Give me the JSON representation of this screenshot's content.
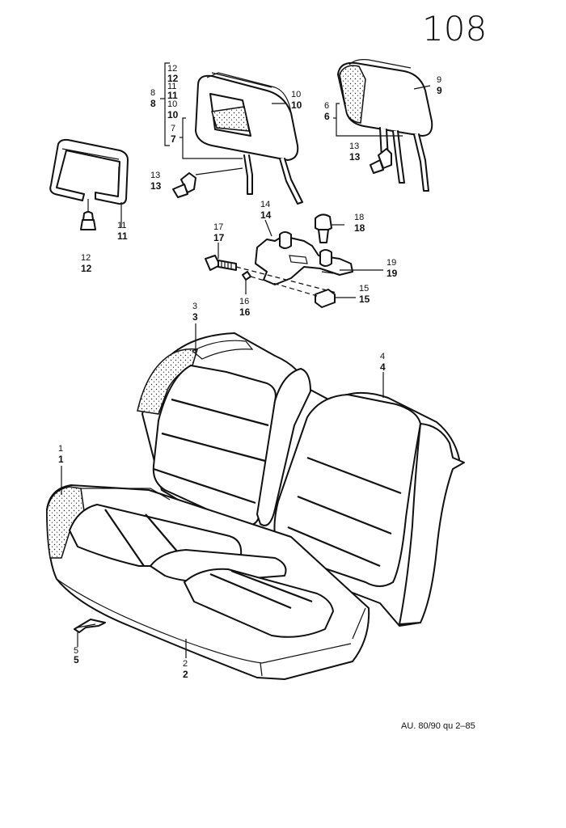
{
  "page_number": "108",
  "reference_code": "AU. 80/90 qu 2–85",
  "callouts": [
    {
      "id": "1",
      "top": "1",
      "bottom": "1"
    },
    {
      "id": "2",
      "top": "2",
      "bottom": "2"
    },
    {
      "id": "3",
      "top": "3",
      "bottom": "3"
    },
    {
      "id": "4",
      "top": "4",
      "bottom": "4"
    },
    {
      "id": "5",
      "top": "5",
      "bottom": "5"
    },
    {
      "id": "6",
      "top": "6",
      "bottom": "6"
    },
    {
      "id": "7",
      "top": "7",
      "bottom": "7"
    },
    {
      "id": "8",
      "top": "8",
      "bottom": "8"
    },
    {
      "id": "9",
      "top": "9",
      "bottom": "9"
    },
    {
      "id": "10a",
      "top": "10",
      "bottom": "10"
    },
    {
      "id": "10b",
      "top": "10",
      "bottom": "10"
    },
    {
      "id": "11a",
      "top": "11",
      "bottom": "11"
    },
    {
      "id": "11b",
      "top": "11",
      "bottom": "11"
    },
    {
      "id": "12a",
      "top": "12",
      "bottom": "12"
    },
    {
      "id": "12b",
      "top": "12",
      "bottom": "12"
    },
    {
      "id": "13a",
      "top": "13",
      "bottom": "13"
    },
    {
      "id": "13b",
      "top": "13",
      "bottom": "13"
    },
    {
      "id": "14",
      "top": "14",
      "bottom": "14"
    },
    {
      "id": "15",
      "top": "15",
      "bottom": "15"
    },
    {
      "id": "16",
      "top": "16",
      "bottom": "16"
    },
    {
      "id": "17",
      "top": "17",
      "bottom": "17"
    },
    {
      "id": "18",
      "top": "18",
      "bottom": "18"
    },
    {
      "id": "19",
      "top": "19",
      "bottom": "19"
    }
  ]
}
